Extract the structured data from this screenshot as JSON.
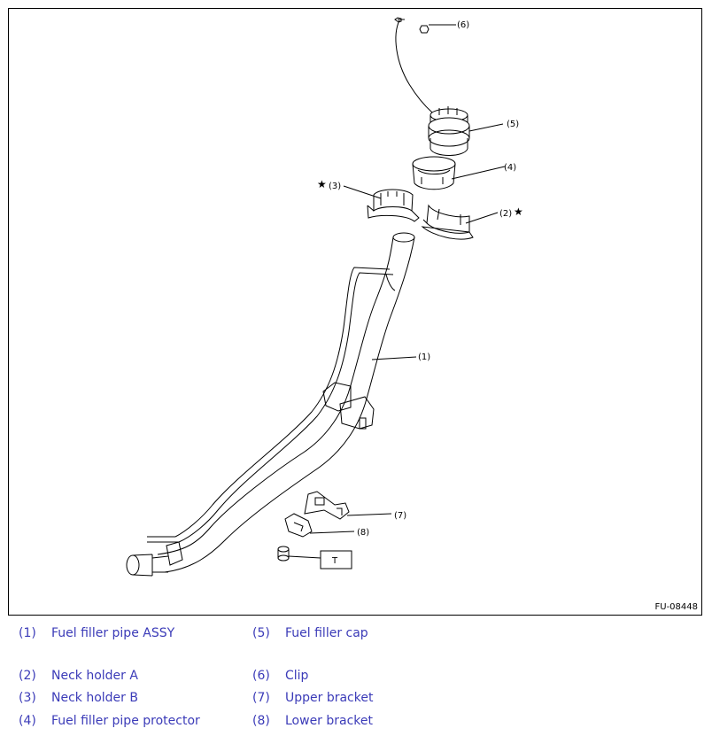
{
  "figure": {
    "code": "FU-08448",
    "callouts": {
      "c1": "(1)",
      "c2": "(2)",
      "c3": "(3)",
      "c4": "(4)",
      "c5": "(5)",
      "c6": "(6)",
      "c7": "(7)",
      "c8": "(8)",
      "torque_box": "T",
      "star": "★"
    }
  },
  "legend": [
    {
      "num": "(1)",
      "label": "Fuel filler pipe ASSY"
    },
    {
      "num": "(5)",
      "label": "Fuel filler cap"
    },
    {
      "num": "(2)",
      "label": "Neck holder A"
    },
    {
      "num": "(6)",
      "label": "Clip"
    },
    {
      "num": "(3)",
      "label": "Neck holder B"
    },
    {
      "num": "(7)",
      "label": "Upper bracket"
    },
    {
      "num": "(4)",
      "label": "Fuel filler pipe protector"
    },
    {
      "num": "(8)",
      "label": "Lower bracket"
    }
  ],
  "colors": {
    "legend_text": "#3b3bb8",
    "line": "#000000"
  }
}
